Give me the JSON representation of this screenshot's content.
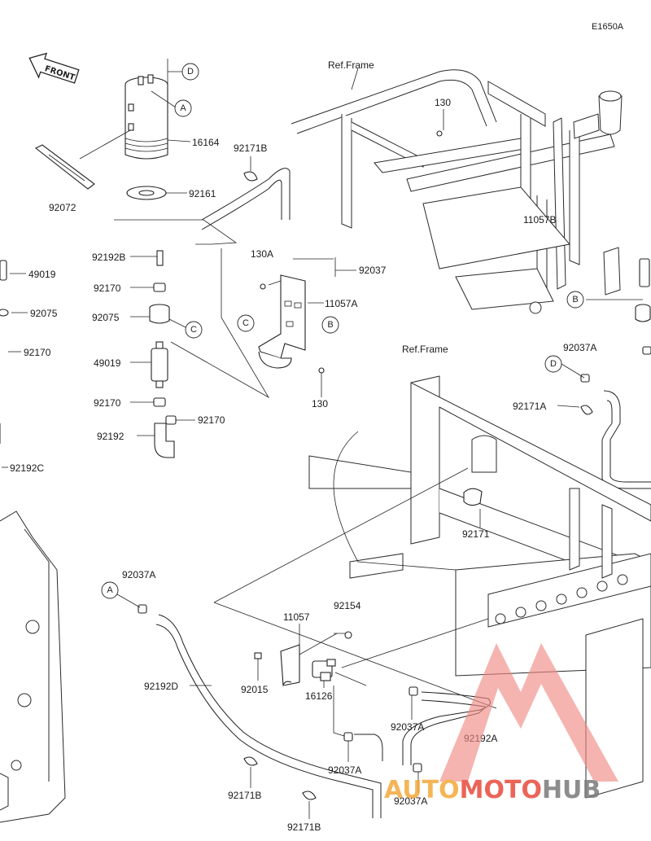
{
  "diagram_code": "E1650A",
  "direction": "FRONT",
  "frame_refs": [
    "Ref.Frame",
    "Ref.Frame"
  ],
  "callouts": {
    "A": "A",
    "B": "B",
    "C": "C",
    "D": "D"
  },
  "part_labels": {
    "p16164": "16164",
    "p92072": "92072",
    "p92161": "92161",
    "p92171B_top": "92171B",
    "p92192B": "92192B",
    "p130A": "130A",
    "p92037_top": "92037",
    "p11057A": "11057A",
    "p92170_a": "92170",
    "p92075": "92075",
    "p49019": "49019",
    "p92170_b": "92170",
    "p92170_c": "92170",
    "p92192": "92192",
    "p130_top": "130",
    "p130_mid": "130",
    "p49019_left": "49019",
    "p92075_left": "92075",
    "p92170_left": "92170",
    "p92192C": "92192C",
    "p11057B": "11057B",
    "p92037A_right": "92037A",
    "p92171A": "92171A",
    "p92171_mid": "92171",
    "p92037A_left": "92037A",
    "p11057": "11057",
    "p92154": "92154",
    "p92192D": "92192D",
    "p92015": "92015",
    "p16126": "16126",
    "p92037A_b1": "92037A",
    "p92192A": "92192A",
    "p92037A_b2": "92037A",
    "p92171B_b1": "92171B",
    "p92037A_b3": "92037A",
    "p92171B_b2": "92171B"
  },
  "watermark": {
    "part1": "AUTO",
    "part2": "MOTO",
    "part3": "HUB",
    "colors": {
      "auto": "#f4a93a",
      "moto": "#e8493b",
      "hub": "#7a7a7a",
      "logo": "#f08a84"
    }
  }
}
